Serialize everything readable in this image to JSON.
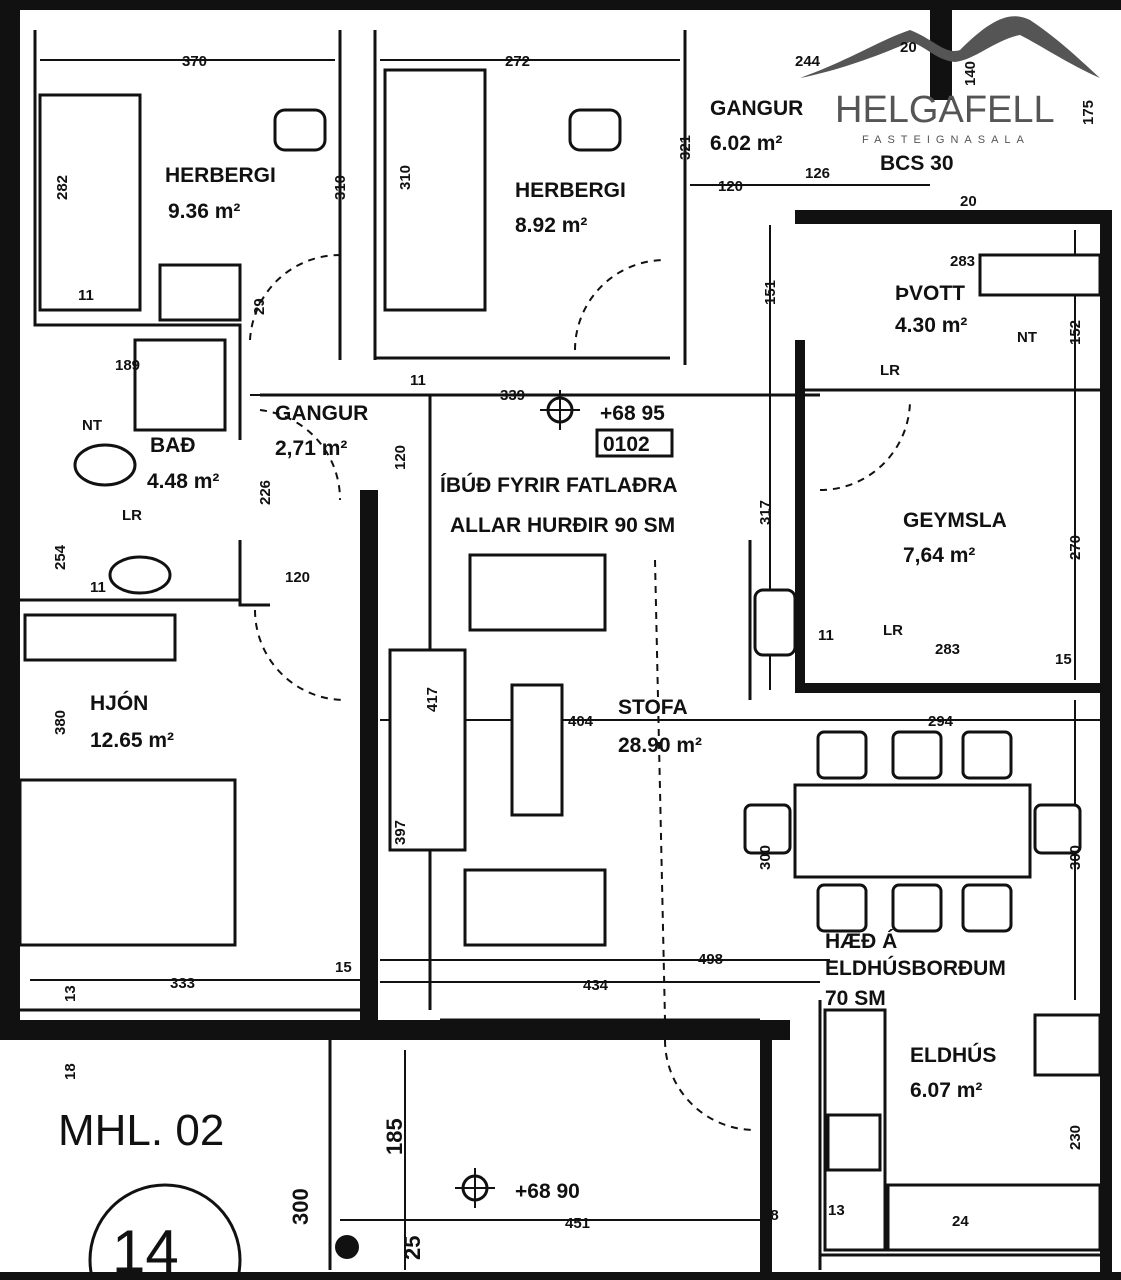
{
  "logo": {
    "name": "HELGAFELL",
    "subtitle": "FASTEIGNASALA",
    "color": "#555555"
  },
  "rooms": {
    "herbergi1": {
      "name": "HERBERGI",
      "area": "9.36 m²"
    },
    "herbergi2": {
      "name": "HERBERGI",
      "area": "8.92 m²"
    },
    "gangur1": {
      "name": "GANGUR",
      "area": "6.02 m²"
    },
    "bcs": "BCS 30",
    "thvott": {
      "name": "ÞVOTT",
      "area": "4.30 m²"
    },
    "gangur2": {
      "name": "GANGUR",
      "area": "2,71 m²"
    },
    "bad": {
      "name": "BAÐ",
      "area": "4.48 m²"
    },
    "geymsla": {
      "name": "GEYMSLA",
      "area": "7,64 m²"
    },
    "hjon": {
      "name": "HJÓN",
      "area": "12.65 m²"
    },
    "stofa": {
      "name": "STOFA",
      "area": "28.90 m²"
    },
    "eldhus": {
      "name": "ELDHÚS",
      "area": "6.07 m²"
    }
  },
  "notes": {
    "apartment": "ÍBÚÐ FYRIR FATLAÐRA",
    "doors": "ALLAR HURÐIR 90 SM",
    "level1": "+68 95",
    "unit": "0102",
    "counter1": "HÆÐ Á",
    "counter2": "ELDHÚSBORÐUM",
    "counter3": "70 SM",
    "mhl": "MHL. 02",
    "number": "14",
    "level2": "+68 90",
    "nt": "NT",
    "lr": "LR"
  },
  "dims": [
    "370",
    "272",
    "244",
    "20",
    "321",
    "120",
    "126",
    "175",
    "140",
    "20",
    "283",
    "152",
    "282",
    "310",
    "310",
    "151",
    "189",
    "29",
    "339",
    "11",
    "120",
    "226",
    "254",
    "120",
    "317",
    "270",
    "283",
    "11",
    "15",
    "417",
    "404",
    "294",
    "380",
    "300",
    "300",
    "397",
    "333",
    "15",
    "434",
    "498",
    "18",
    "13",
    "185",
    "300",
    "451",
    "25",
    "18",
    "13",
    "230",
    "24",
    "11",
    "11"
  ]
}
